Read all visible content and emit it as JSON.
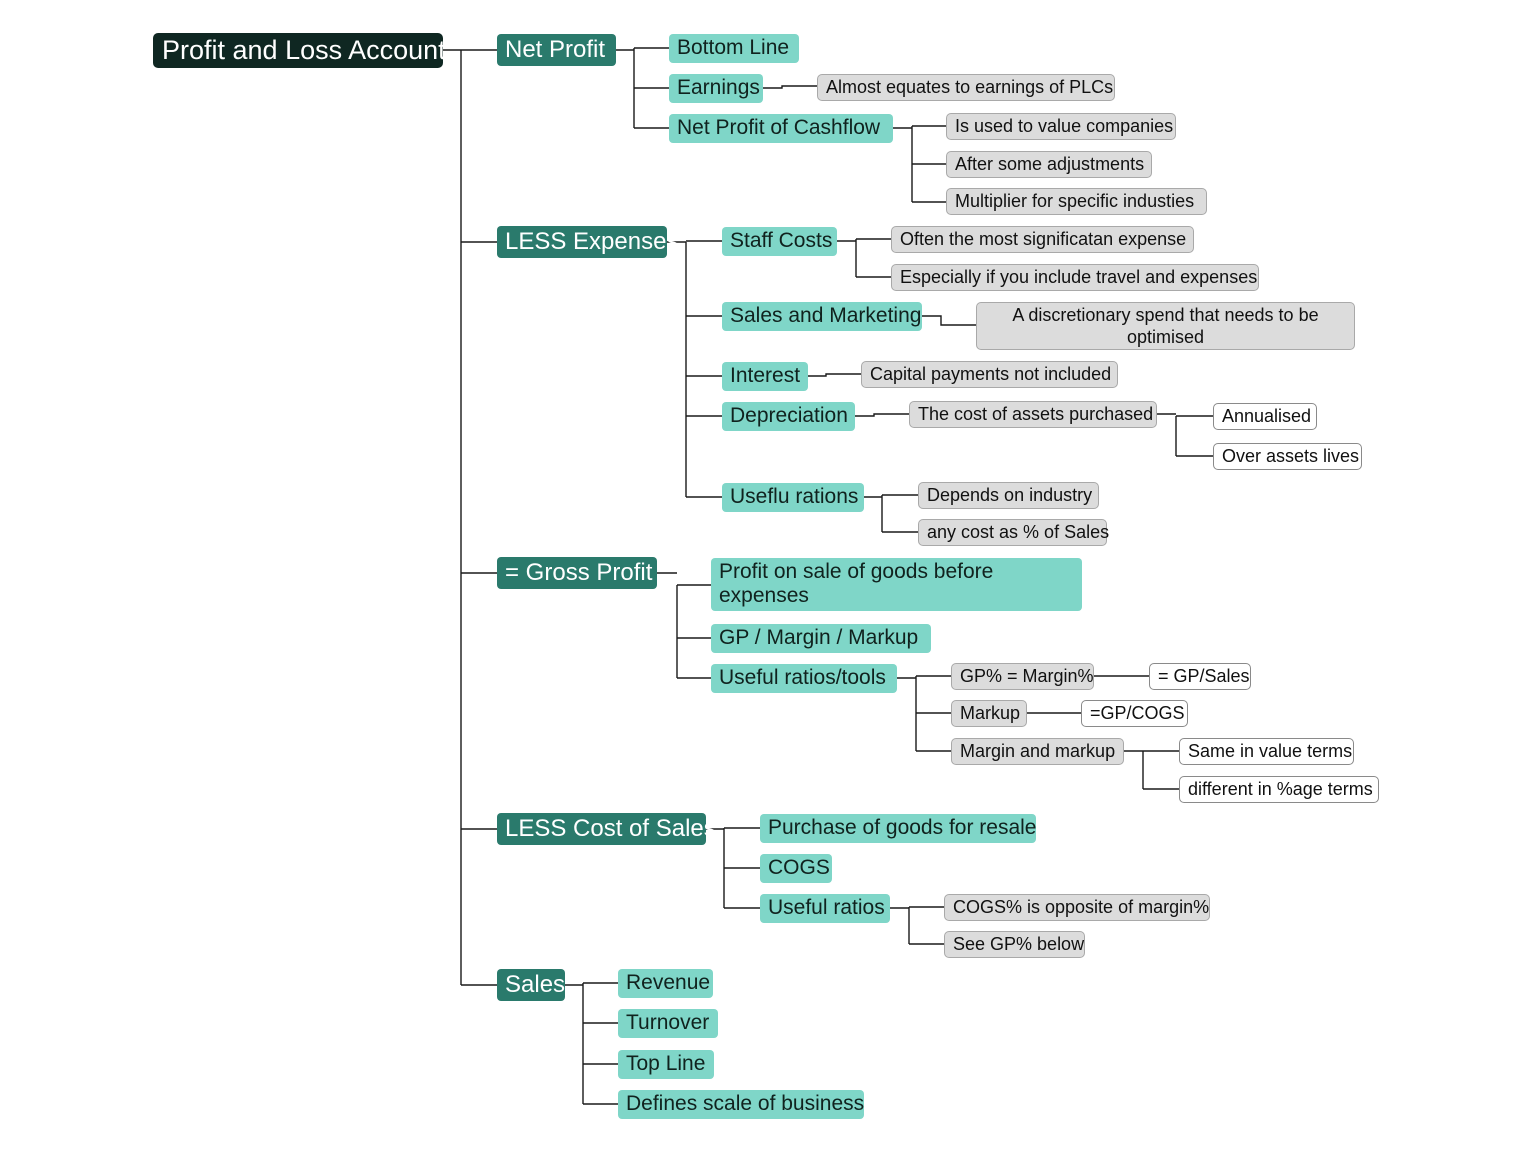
{
  "diagram": {
    "root": {
      "label": "Profit and Loss Account"
    },
    "net_profit": {
      "label": "Net Profit",
      "bottom_line": "Bottom Line",
      "earnings": "Earnings",
      "earnings_note": "Almost equates to earnings of PLCs",
      "cashflow": "Net Profit of Cashflow",
      "cashflow_notes": [
        "Is used to value companies",
        "After some adjustments",
        "Multiplier for specific industies"
      ]
    },
    "less_expenses": {
      "label": "LESS Expenses",
      "staff_costs": "Staff Costs",
      "staff_notes": [
        "Often the most significatan expense",
        "Especially if you include travel and expenses"
      ],
      "sales_marketing": "Sales and Marketing",
      "sales_marketing_note": "A discretionary spend that needs to be optimised",
      "interest": "Interest",
      "interest_note": "Capital payments not included",
      "depreciation": "Depreciation",
      "depreciation_note": "The cost of assets purchased",
      "depreciation_details": [
        "Annualised",
        "Over assets lives"
      ],
      "ratios": "Useflu rations",
      "ratio_notes": [
        "Depends on industry",
        "any cost as % of Sales"
      ]
    },
    "gross_profit": {
      "label": "= Gross Profit",
      "definition": "Profit on sale of goods before expenses",
      "aka": "GP / Margin / Markup",
      "tools": "Useful ratios/tools",
      "gp_pct": "GP% = Margin%",
      "gp_pct_formula": "= GP/Sales",
      "markup": "Markup",
      "markup_formula": "=GP/COGS",
      "margin_markup": "Margin and markup",
      "margin_markup_notes": [
        "Same in value terms",
        "different in %age terms"
      ]
    },
    "cost_of_sales": {
      "label": "LESS Cost of Sales",
      "purchase": "Purchase of goods for resale",
      "cogs": "COGS",
      "ratios": "Useful ratios",
      "ratio_notes": [
        "COGS% is opposite of margin%",
        "See GP% below"
      ]
    },
    "sales": {
      "label": "Sales",
      "aliases": [
        "Revenue",
        "Turnover",
        "Top Line",
        "Defines scale of business"
      ]
    }
  }
}
